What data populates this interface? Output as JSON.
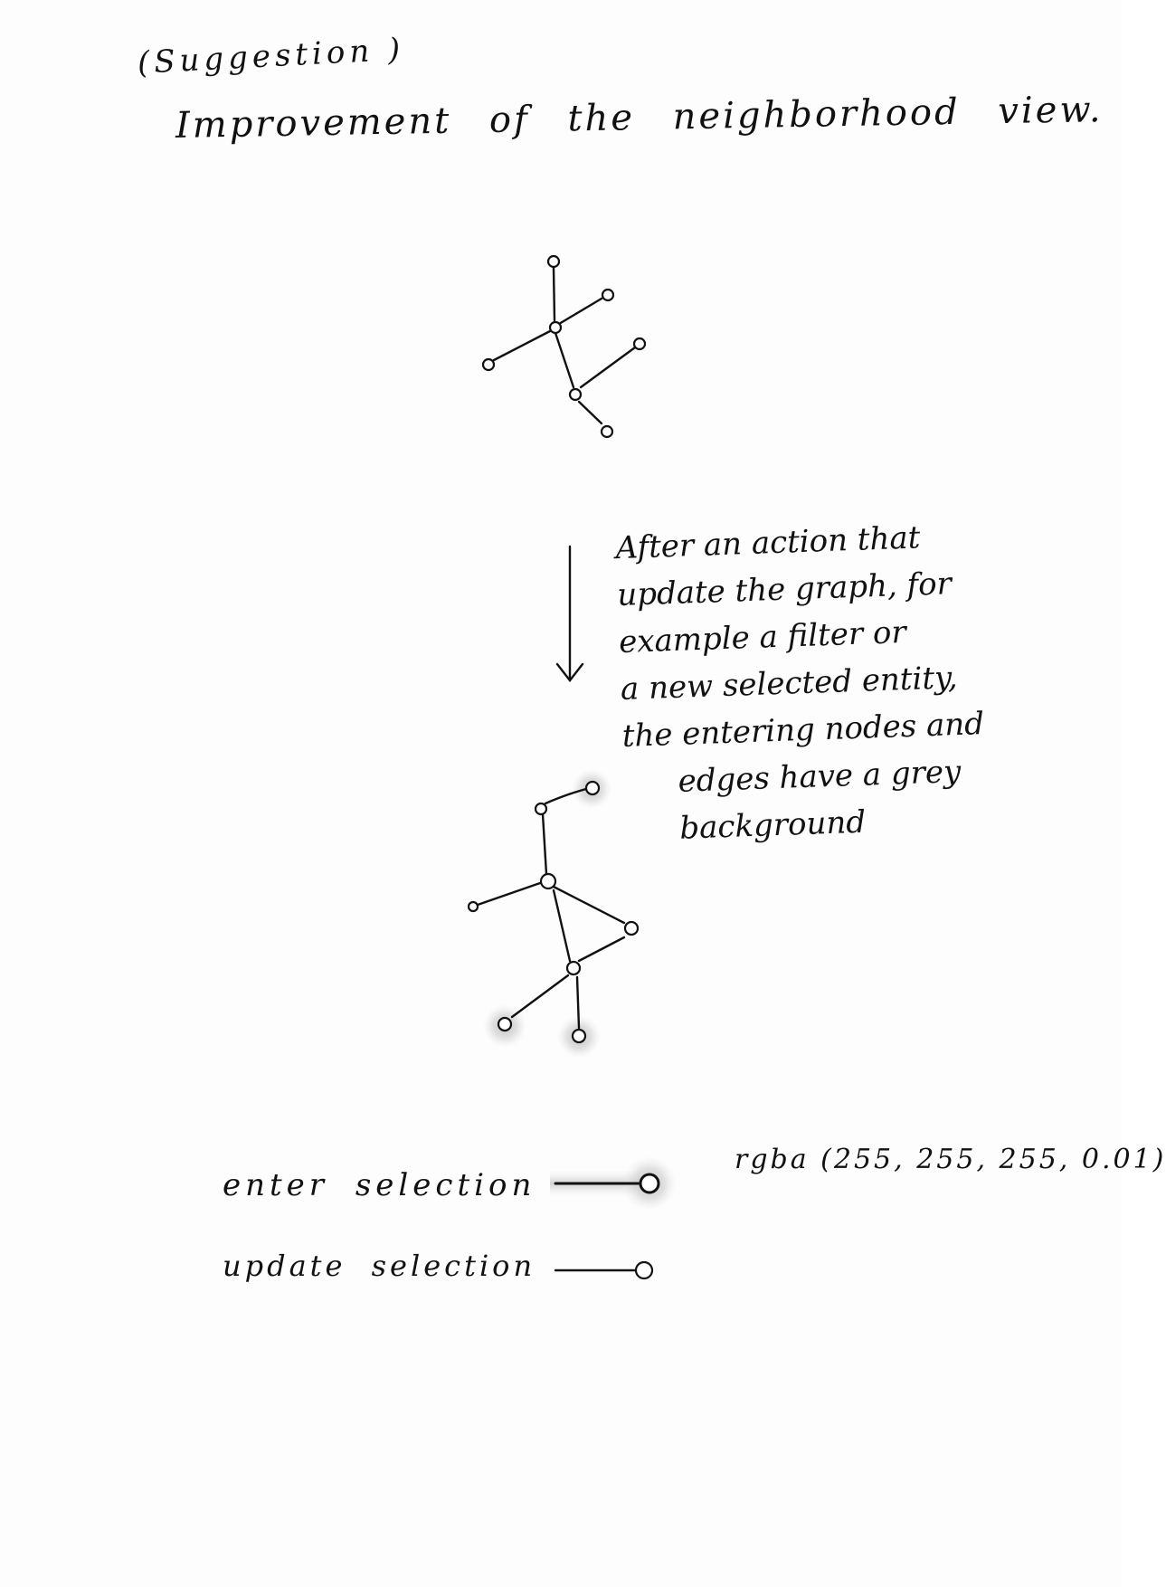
{
  "header": {
    "suggestion": "(Suggestion )",
    "title": "Improvement of the neighborhood view."
  },
  "note": {
    "lines": [
      "After an action that",
      "update the graph, for",
      "example a filter or",
      "a new selected entity,",
      "the entering nodes and",
      "edges have a grey",
      "background"
    ]
  },
  "legend": {
    "enter_label": "enter selection",
    "update_label": "update selection",
    "enter_color": "rgba (255, 255, 255, 0.01)"
  },
  "colors": {
    "ink": "#111111",
    "paper": "#fdfdfd",
    "highlight": "#cfcfcf"
  }
}
